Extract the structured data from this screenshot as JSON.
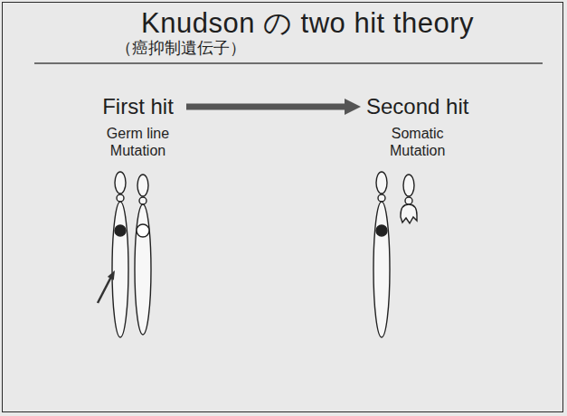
{
  "diagram": {
    "title": "Knudson の two hit theory",
    "nodes": [
      {
        "text": [
          "First hit",
          "Germ line Mutation"
        ]
      },
      {
        "text": [
          "Second hit",
          "Somatic Mutation"
        ]
      }
    ],
    "edges": [
      {
        "from": 0,
        "to": 1,
        "arrow": "to"
      }
    ],
    "labels": [
      "（癌抑制遺伝子）"
    ]
  }
}
